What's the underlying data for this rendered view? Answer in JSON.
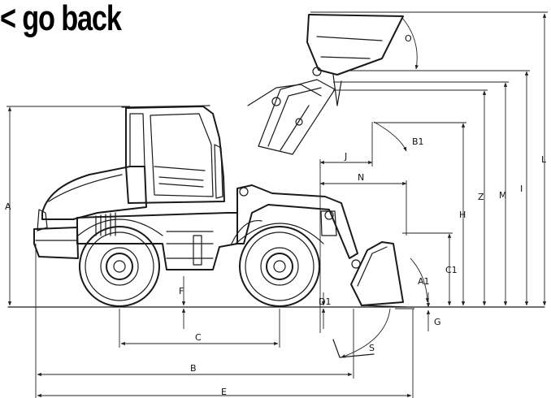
{
  "nav": {
    "back_label": "< go back"
  },
  "icons": {
    "back": "chevron-left-icon"
  },
  "dimension_labels": {
    "A": "A",
    "A1": "A1",
    "B": "B",
    "B1": "B1",
    "C": "C",
    "C1": "C1",
    "D1": "D1",
    "E": "E",
    "F": "F",
    "G": "G",
    "H": "H",
    "I": "I",
    "J": "J",
    "L": "L",
    "M": "M",
    "N": "N",
    "O": "O",
    "S": "S",
    "Z": "Z"
  }
}
